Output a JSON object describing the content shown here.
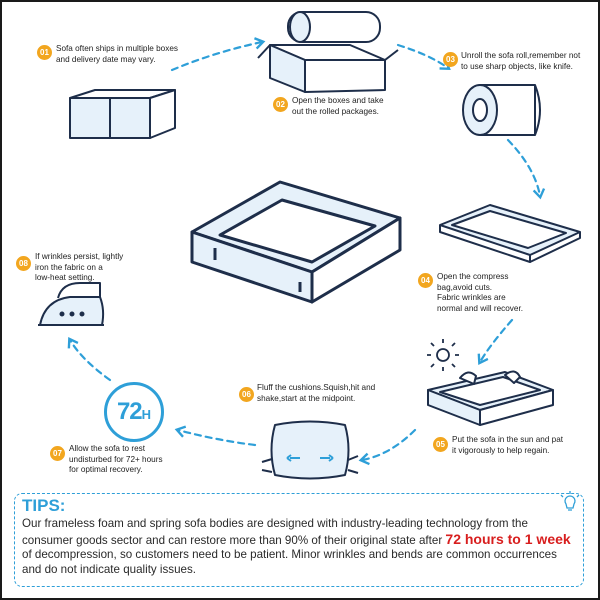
{
  "steps": [
    {
      "num": "01",
      "text": [
        "Sofa often ships in multiple boxes",
        "and delivery date may vary."
      ]
    },
    {
      "num": "02",
      "text": [
        "Open the boxes and take",
        "out the rolled packages."
      ]
    },
    {
      "num": "03",
      "text": [
        "Unroll the sofa roll,remember not",
        "to use sharp objects, like knife."
      ]
    },
    {
      "num": "04",
      "text": [
        "Open the compress",
        "bag,avoid cuts.",
        "Fabric wrinkles are",
        "normal and will recover."
      ]
    },
    {
      "num": "05",
      "text": [
        "Put the sofa in the sun and pat",
        "it vigorously to help regain."
      ]
    },
    {
      "num": "06",
      "text": [
        "Fluff the cushions.Squish,hit and",
        "shake,start at the midpoint."
      ]
    },
    {
      "num": "07",
      "text": [
        "Allow the sofa to rest",
        "undisturbed for 72+ hours",
        "for optimal recovery."
      ]
    },
    {
      "num": "08",
      "text": [
        "If wrinkles persist, lightly",
        "iron the fabric on a",
        "low-heat setting."
      ]
    }
  ],
  "timer": {
    "number": "72",
    "unit": "H"
  },
  "tips": {
    "title": "TIPS:",
    "before": "Our frameless foam and spring sofa bodies are designed with industry-leading technology from the consumer goods sector and can restore more than 90% of their original state after ",
    "highlight": "72 hours to 1 week",
    "after": " of decompression, so customers need to be patient. Minor wrinkles and bends are common occurrences and do not indicate quality issues."
  },
  "colors": {
    "accent": "#2e9fd8",
    "badge": "#f2a61f",
    "highlight": "#d81e1e",
    "fill": "#e6f1fa"
  },
  "icons": [
    "boxes-icon",
    "open-box-icon",
    "roll-icon",
    "compress-bag-icon",
    "sun-icon",
    "sofa-in-sun-icon",
    "pillow-icon",
    "timer-72h-icon",
    "iron-icon",
    "sofa-icon",
    "lightbulb-icon"
  ]
}
